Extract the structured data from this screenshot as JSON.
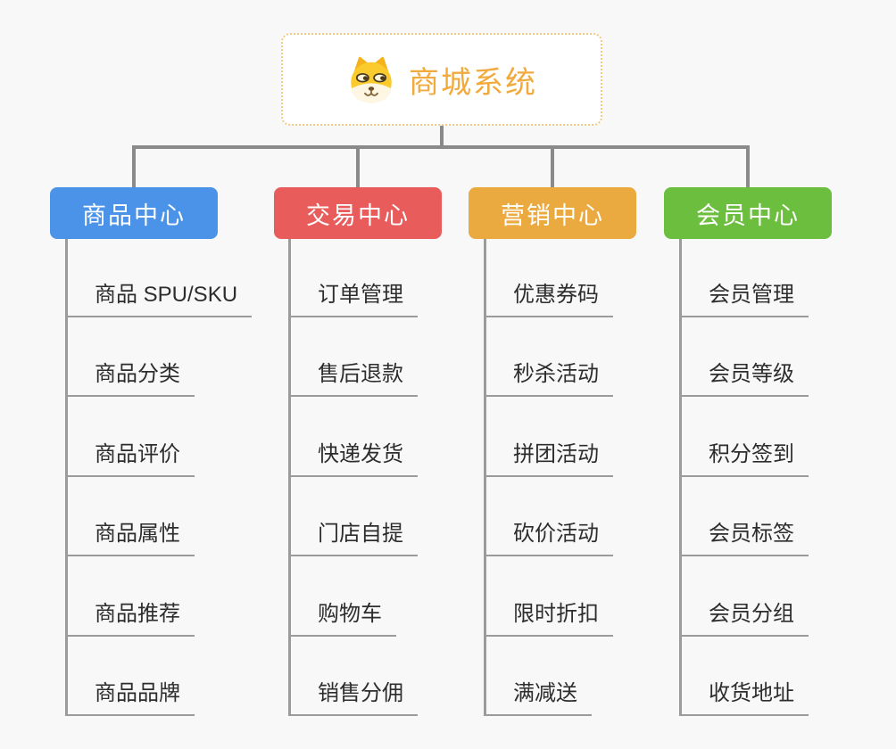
{
  "root": {
    "title": "商城系统",
    "icon": "dog-face-icon",
    "text_color": "#f1aa3d",
    "border_color": "#f3c884"
  },
  "connector_color": "#8a8a8a",
  "underline_color": "#9b9b9b",
  "background_color": "#f8f8f8",
  "branches": [
    {
      "label": "商品中心",
      "color": "#4b93e8",
      "items": [
        "商品 SPU/SKU",
        "商品分类",
        "商品评价",
        "商品属性",
        "商品推荐",
        "商品品牌"
      ]
    },
    {
      "label": "交易中心",
      "color": "#e85c5c",
      "items": [
        "订单管理",
        "售后退款",
        "快递发货",
        "门店自提",
        "购物车",
        "销售分佣"
      ]
    },
    {
      "label": "营销中心",
      "color": "#ebaa3f",
      "items": [
        "优惠券码",
        "秒杀活动",
        "拼团活动",
        "砍价活动",
        "限时折扣",
        "满减送"
      ]
    },
    {
      "label": "会员中心",
      "color": "#6cbe3e",
      "items": [
        "会员管理",
        "会员等级",
        "积分签到",
        "会员标签",
        "会员分组",
        "收货地址"
      ]
    }
  ]
}
